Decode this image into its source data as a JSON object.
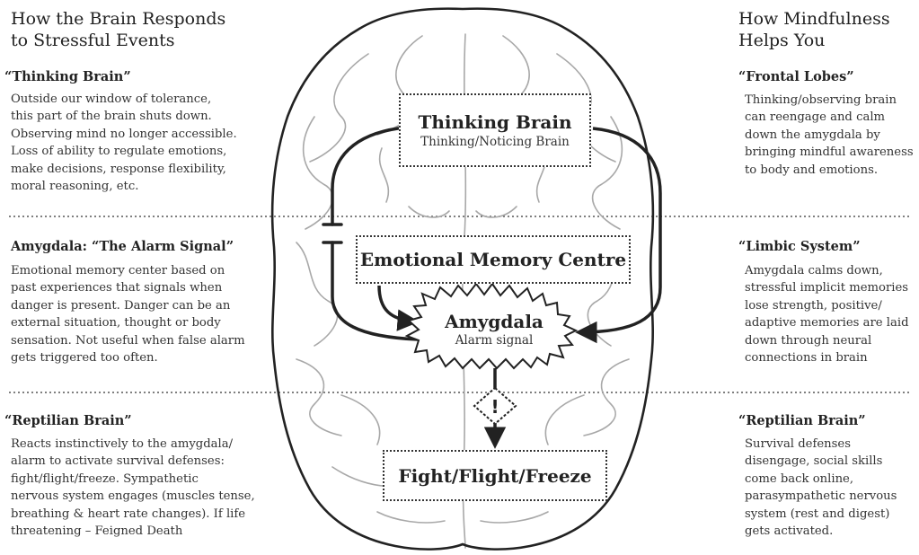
{
  "left_heading": "How the Brain Responds\nto Stressful Events",
  "right_heading": "How Mindfulness\nHelps You",
  "left_sections": [
    {
      "title": "“Thinking Brain”",
      "body": "Outside our window of tolerance,\nthis part of the brain shuts down.\nObserving mind no longer accessible.\nLoss of ability to regulate emotions,\nmake decisions, response flexibility,\nmoral reasoning, etc."
    },
    {
      "title": "Amygdala: “The Alarm Signal”",
      "body": "Emotional memory center based on\npast experiences that signals when\ndanger is present. Danger can be an\nexternal situation, thought or body\nsensation. Not useful when false alarm\ngets triggered too often."
    },
    {
      "title": "“Reptilian Brain”",
      "body": "Reacts instinctively to the amygdala/\nalarm to activate survival defenses:\nfight/flight/freeze. Sympathetic\nnervous system engages (muscles tense,\nbreathing & heart rate changes). If life\nthreatening – Feigned Death"
    }
  ],
  "right_sections": [
    {
      "title": "“Frontal Lobes”",
      "body": "Thinking/observing brain\ncan reengage and calm\ndown the amygdala by\nbringing mindful awareness\nto body and emotions."
    },
    {
      "title": "“Limbic System”",
      "body": "Amygdala calms down,\nstressful implicit memories\nlose strength, positive/\nadaptive memories are laid\ndown through neural\nconnections in brain"
    },
    {
      "title": "“Reptilian Brain”",
      "body": "Survival defenses\ndisengage, social skills\ncome back online,\nparasympathetic nervous\nsystem (rest and digest)\ngets activated."
    }
  ],
  "boxes": {
    "thinking": {
      "title": "Thinking Brain",
      "subtitle": "Thinking/Noticing Brain"
    },
    "emotional": {
      "title": "Emotional Memory Centre"
    },
    "amygdala": {
      "title": "Amygdala",
      "subtitle": "Alarm signal"
    },
    "fff": {
      "title": "Fight/Flight/Freeze"
    }
  },
  "warning_symbol": "!",
  "colors": {
    "ink": "#222222",
    "brain_outline": "#222222",
    "brain_folds": "#a8a8a8",
    "divider": "#555555"
  },
  "icons": [
    "brain-outline-illustration",
    "alarm-burst-icon",
    "warning-triangle-icon"
  ]
}
